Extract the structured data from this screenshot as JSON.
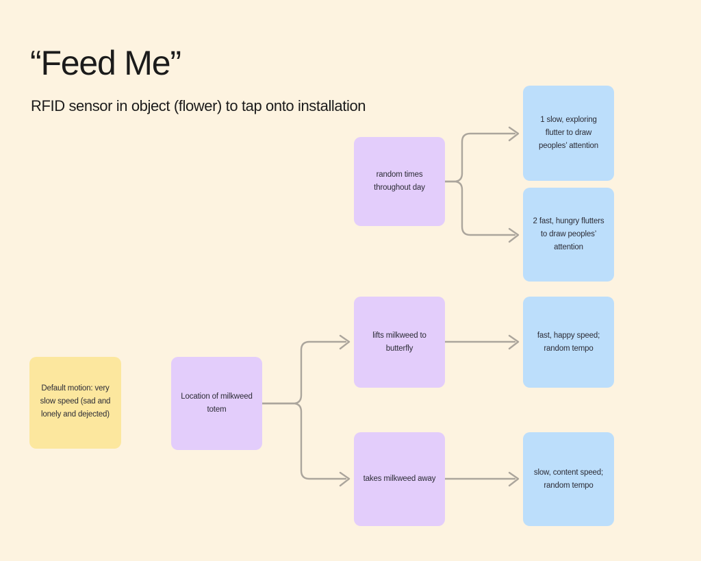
{
  "header": {
    "title": "“Feed Me”",
    "subtitle": "RFID sensor in object (flower) to tap onto installation"
  },
  "palette": {
    "background": "#FDF3E0",
    "blue": "#BCDEFB",
    "purple": "#E3CDFB",
    "yellow": "#FCE79E",
    "connector": "#ABA59C",
    "text": "#2B2B35",
    "heading": "#1B1B1B"
  },
  "nodes": {
    "default_motion": {
      "label": "Default motion: very slow speed (sad and lonely and dejected)",
      "color": "yellow"
    },
    "milkweed_location": {
      "label": "Location of milkweed totem",
      "color": "purple"
    },
    "random_times": {
      "label": "random times throughout day",
      "color": "purple"
    },
    "lifts_milkweed": {
      "label": "lifts milkweed to butterfly",
      "color": "purple"
    },
    "takes_milkweed": {
      "label": "takes milkweed away",
      "color": "purple"
    },
    "slow_flutter": {
      "label": "1 slow, exploring flutter to draw peoples’ attention",
      "color": "blue"
    },
    "fast_flutter": {
      "label": "2 fast, hungry flutters to draw peoples’ attention",
      "color": "blue"
    },
    "fast_happy": {
      "label": "fast, happy speed; random tempo",
      "color": "blue"
    },
    "slow_content": {
      "label": "slow, content speed; random tempo",
      "color": "blue"
    }
  },
  "connectors": [
    {
      "name": "random-times-to-flutters",
      "type": "fork",
      "from": "random_times",
      "to": [
        "slow_flutter",
        "fast_flutter"
      ]
    },
    {
      "name": "milkweed-location-to-actions",
      "type": "fork",
      "from": "milkweed_location",
      "to": [
        "lifts_milkweed",
        "takes_milkweed"
      ]
    },
    {
      "name": "lifts-milkweed-to-fast-happy",
      "type": "straight",
      "from": "lifts_milkweed",
      "to": "fast_happy"
    },
    {
      "name": "takes-milkweed-to-slow-content",
      "type": "straight",
      "from": "takes_milkweed",
      "to": "slow_content"
    }
  ]
}
